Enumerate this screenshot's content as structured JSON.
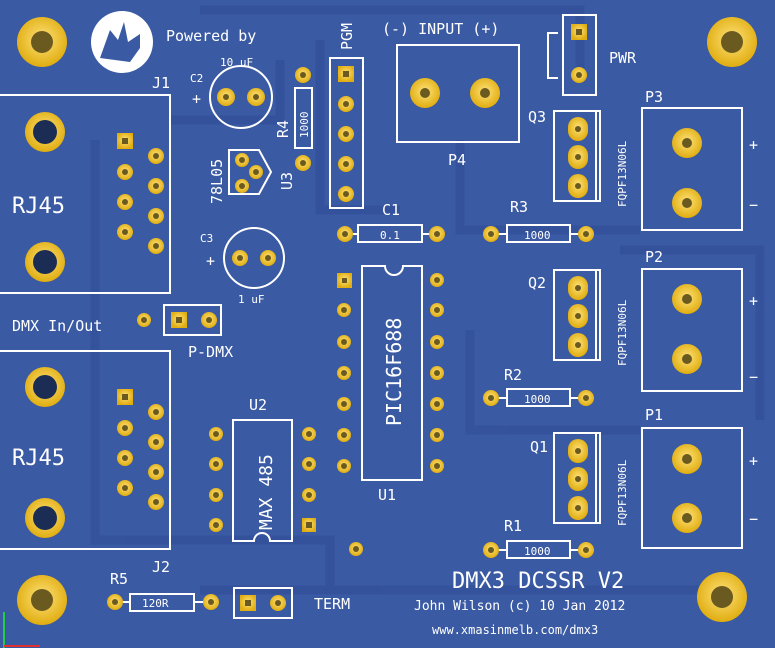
{
  "board": {
    "title": "DMX3 DCSSR V2",
    "author": "John Wilson (c) 10 Jan 2012",
    "url": "www.xmasinmelb.com/dmx3",
    "powered_by": "Powered by"
  },
  "connectors": {
    "j1": "J1",
    "j2": "J2",
    "rj45_top": "RJ45",
    "rj45_bottom": "RJ45",
    "dmx_in_out": "DMX In/Out",
    "p_dmx": "P-DMX",
    "input": "(-) INPUT (+)",
    "p4": "P4",
    "pwr": "PWR",
    "pgm": "PGM",
    "term": "TERM",
    "p1": "P1",
    "p2": "P2",
    "p3": "P3",
    "plus": "+",
    "minus": "−"
  },
  "components": {
    "c1": "C1",
    "c1_value": "0.1",
    "c2": "C2",
    "c2_value": "10 uF",
    "c3": "C3",
    "c3_value": "1 uF",
    "r1": "R1",
    "r1_value": "1000",
    "r2": "R2",
    "r2_value": "1000",
    "r3": "R3",
    "r3_value": "1000",
    "r4": "R4",
    "r4_value": "1000",
    "r5": "R5",
    "r5_value": "120R",
    "u1": "U1",
    "u1_part": "PIC16F688",
    "u2": "U2",
    "u2_part": "MAX 485",
    "u3": "U3",
    "u3_part": "78L05",
    "q1": "Q1",
    "q2": "Q2",
    "q3": "Q3",
    "fet_part": "FQPF13N06L"
  },
  "colors": {
    "board": "#3a5aa3",
    "pad": "#f0c419",
    "silk": "#ffffff",
    "trace": "#3550a0"
  }
}
